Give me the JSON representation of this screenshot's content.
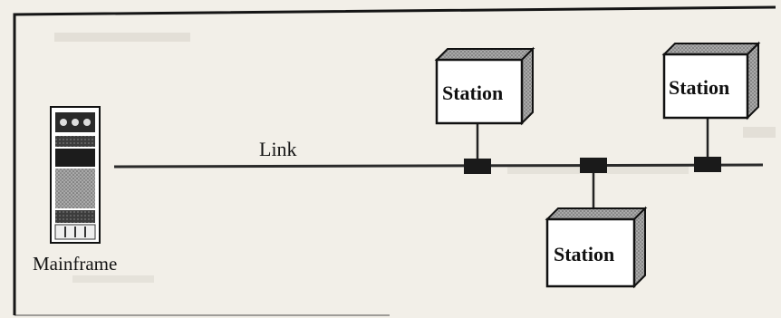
{
  "diagram": {
    "link_label": "Link",
    "mainframe_label": "Mainframe",
    "stations": [
      {
        "label": "Station"
      },
      {
        "label": "Station"
      },
      {
        "label": "Station"
      }
    ]
  },
  "colors": {
    "border": "#151515",
    "line": "#2a2a2a",
    "connector": "#1a1a1a",
    "station_face": "#ffffff",
    "station_shade": "#8f8f8f",
    "paper": "#f2efe8"
  }
}
